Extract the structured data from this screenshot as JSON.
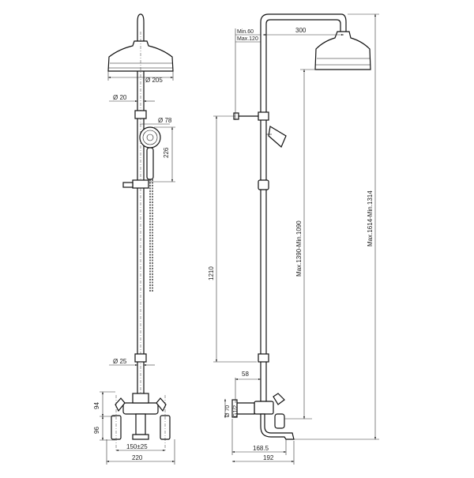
{
  "dimensions": {
    "head_diameter": "Ø 205",
    "pipe_diameter_top": "Ø 20",
    "handshower_diameter": "Ø 78",
    "handshower_length": "226",
    "pipe_diameter_bottom": "Ø 25",
    "valve_height_top": "94",
    "valve_height_bottom": "96",
    "centers": "150±25",
    "overall_width": "220",
    "arm_min": "Min.60",
    "arm_max": "Max.120",
    "arm_length": "300",
    "slide_height": "1210",
    "head_height_range": "Max.1390-Min.1090",
    "total_height_range": "Max.1614-Min.1314",
    "wall_offset": "58",
    "flange_diameter": "Ø 70",
    "thread": "G1/2",
    "spout_reach": "168.5",
    "depth": "192"
  },
  "colors": {
    "line": "#111111",
    "background": "#ffffff"
  }
}
